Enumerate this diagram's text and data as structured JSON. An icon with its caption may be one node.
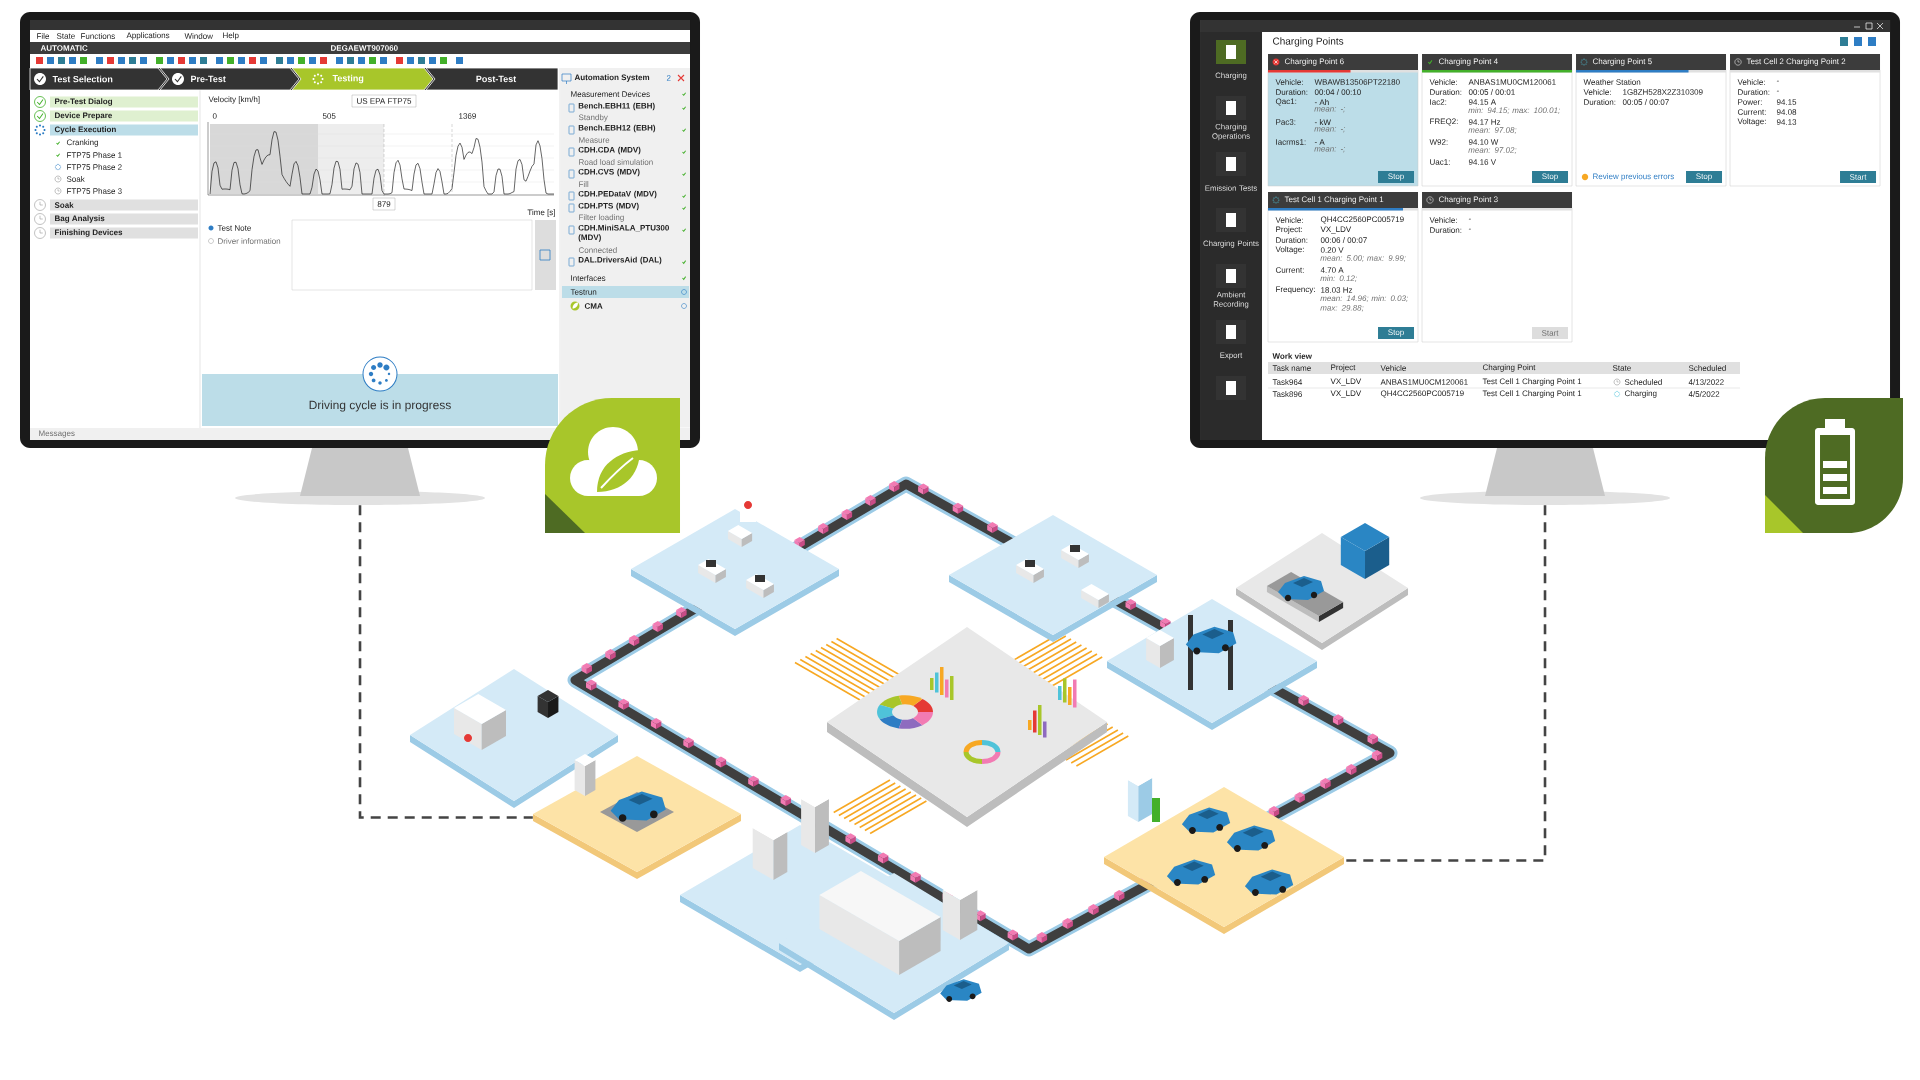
{
  "diagram": {
    "nodes": [
      {
        "text": [],
        "shape": "picture"
      },
      {
        "text": [],
        "shape": "picture"
      },
      {
        "text": [],
        "shape": "picture"
      },
      {
        "text": [],
        "shape": "picture"
      }
    ],
    "edges": [
      {
        "from": 0,
        "to": 2,
        "arrow": "none",
        "style": "dashed"
      },
      {
        "from": 1,
        "to": 3,
        "arrow": "none",
        "style": "dashed"
      }
    ],
    "labels": [
      "File",
      "State",
      "Functions",
      "Applications",
      "Window",
      "Help",
      "AUTOMATIC",
      "DEGAEWT907060",
      "Test Selection",
      "Pre-Test",
      "Testing",
      "Post-Test",
      "Pre-Test Dialog",
      "Device Prepare",
      "Cycle Execution",
      "Cranking",
      "FTP75 Phase 1",
      "FTP75 Phase 2",
      "Soak",
      "FTP75 Phase 3",
      "Soak",
      "Bag Analysis",
      "Finishing Devices",
      "Velocity [km/h]",
      "0",
      "505",
      "1369",
      "US EPA FTP75",
      "879",
      "Time [s]",
      "Test Note",
      "Driver information",
      "Driving cycle is in progress",
      "Automation System",
      "2",
      "Measurement Devices",
      "Bench.EBH11 (EBH)",
      "Standby",
      "Bench.EBH12 (EBH)",
      "Measure",
      "CDH.CDA (MDV)",
      "Road load simulation",
      "CDH.CVS (MDV)",
      "Fill",
      "CDH.PEDataV (MDV)",
      "CDH.PTS (MDV)",
      "Filter loading",
      "CDH.MiniSALA_PTU300 (MDV)",
      "Connected",
      "DAL.DriversAid (DAL)",
      "Interfaces",
      "Testrun",
      "CMA",
      "Messages",
      "Charging",
      "Charging Operations",
      "Emission Tests",
      "Charging Points",
      "Ambient Recording",
      "Export",
      "Charging Points",
      "Charging Point 6",
      "Vehicle:",
      "WBAWB13506PT22180",
      "Duration:",
      "00:04 / 00:10",
      "Qac1:",
      "- Ah",
      "mean: -;",
      "Pac3:",
      "- kW",
      "mean: -;",
      "Iacrms1:",
      "- A",
      "mean: -;",
      "Stop",
      "Charging Point 4",
      "Vehicle:",
      "ANBAS1MU0CM120061",
      "Duration:",
      "00:05 / 00:01",
      "Iac2:",
      "94.15 A",
      "min: 94.15; max: 100.01;",
      "FREQ2:",
      "94.17 Hz",
      "mean: 97.08;",
      "W92:",
      "94.10 W",
      "mean: 97.02;",
      "Uac1:",
      "94.16 V",
      "Stop",
      "Charging Point 5",
      "Weather Station",
      "Vehicle:",
      "1G8ZH528X2Z310309",
      "Duration:",
      "00:05 / 00:07",
      "Review previous errors",
      "Stop",
      "Test Cell 2 Charging Point 2",
      "Vehicle:",
      "-",
      "Duration:",
      "-",
      "Power:",
      "94.15",
      "Current:",
      "94.08",
      "Voltage:",
      "94.13",
      "Start",
      "Test Cell 1 Charging Point 1",
      "Vehicle:",
      "QH4CC2560PC005719",
      "Project:",
      "VX_LDV",
      "Duration:",
      "00:06 / 00:07",
      "Voltage:",
      "0.20 V",
      "mean: 5.00; max: 9.99;",
      "Current:",
      "4.70 A",
      "min: 0.12;",
      "Frequency:",
      "18.03 Hz",
      "mean: 14.96; min: 0.03; max: 29.88;",
      "Stop",
      "Charging Point 3",
      "Vehicle:",
      "-",
      "Duration:",
      "-",
      "Start",
      "Work view",
      "Task name",
      "Project",
      "Vehicle",
      "Charging Point",
      "State",
      "Scheduled",
      "Task964",
      "VX_LDV",
      "ANBAS1MU0CM120061",
      "Test Cell 1 Charging Point 1",
      "Scheduled",
      "4/13/2022",
      "Task896",
      "VX_LDV",
      "QH4CC2560PC005719",
      "Test Cell 1 Charging Point 1",
      "Charging",
      "4/5/2022"
    ]
  }
}
